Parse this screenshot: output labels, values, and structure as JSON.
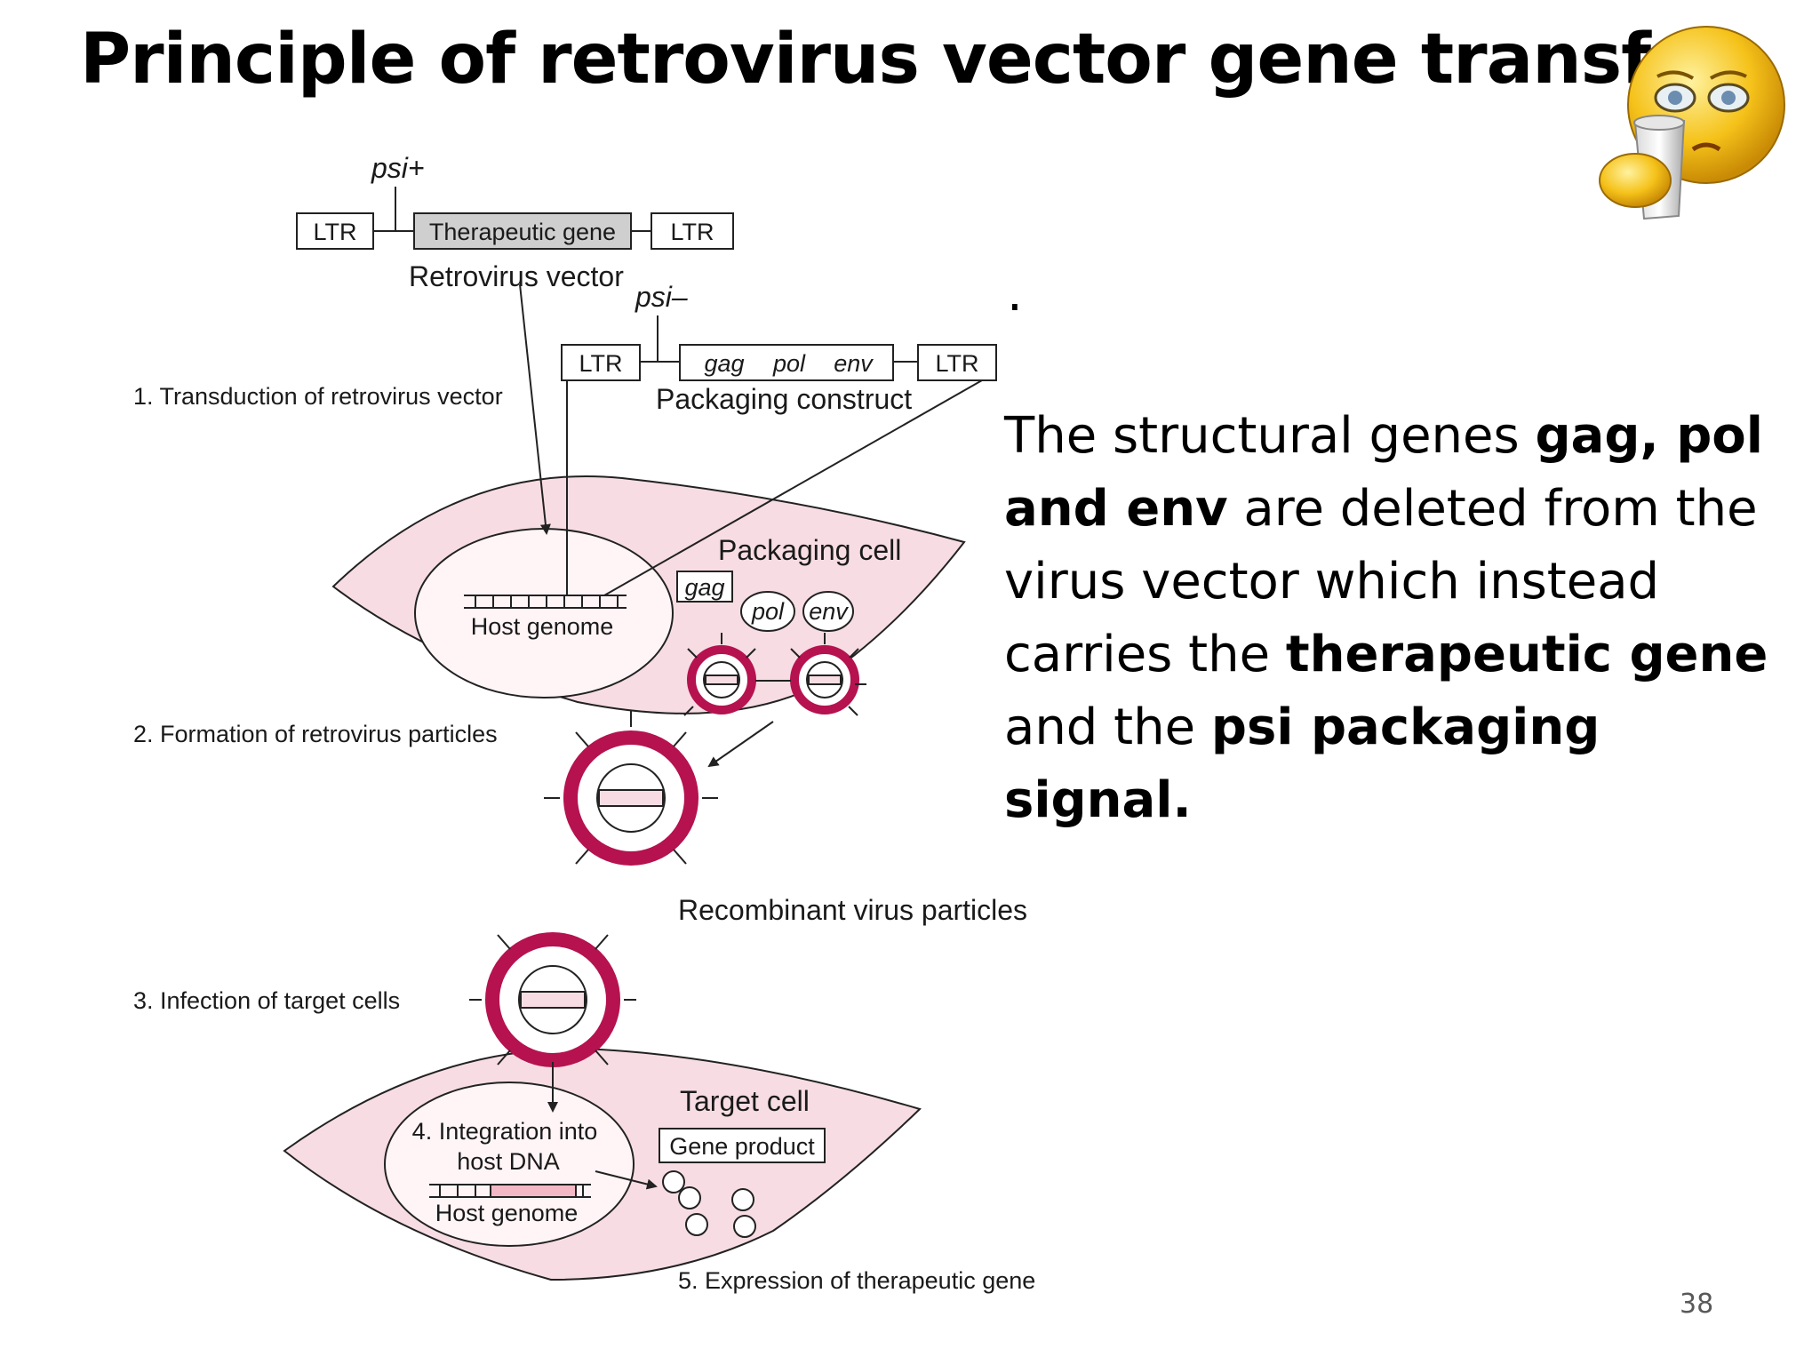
{
  "title": "Principle of retrovirus vector gene transfer",
  "page_number": "38",
  "bullet_dot": ".",
  "explanation": {
    "p1": "The structural genes ",
    "b1": "gag, pol and env",
    "p2": " are deleted from the virus vector which instead carries the ",
    "b2": "therapeutic gene",
    "p3": " and the ",
    "b3": "psi packaging signal."
  },
  "diagram": {
    "vector": {
      "psi": "psi+",
      "ltr_left": "LTR",
      "gene": "Therapeutic gene",
      "ltr_right": "LTR",
      "caption": "Retrovirus vector"
    },
    "packaging_construct": {
      "psi": "psi–",
      "ltr_left": "LTR",
      "gag": "gag",
      "pol": "pol",
      "env": "env",
      "ltr_right": "LTR",
      "caption": "Packaging construct"
    },
    "steps": {
      "s1": "1. Transduction of retrovirus vector",
      "s2": "2. Formation of retrovirus particles",
      "s3": "3. Infection of target cells",
      "s4_line1": "4. Integration into",
      "s4_line2": "host DNA",
      "s5": "5. Expression of therapeutic gene"
    },
    "packaging_cell": "Packaging cell",
    "host_genome_top": "Host genome",
    "host_genome_bottom": "Host genome",
    "protein_gag": "gag",
    "protein_pol": "pol",
    "protein_env": "env",
    "recombinant": "Recombinant virus particles",
    "target_cell": "Target cell",
    "gene_product": "Gene product"
  },
  "colors": {
    "cell_fill": "#f7dde3",
    "virus_ring": "#b5124f",
    "therapeutic_box": "#cfcfcf"
  }
}
